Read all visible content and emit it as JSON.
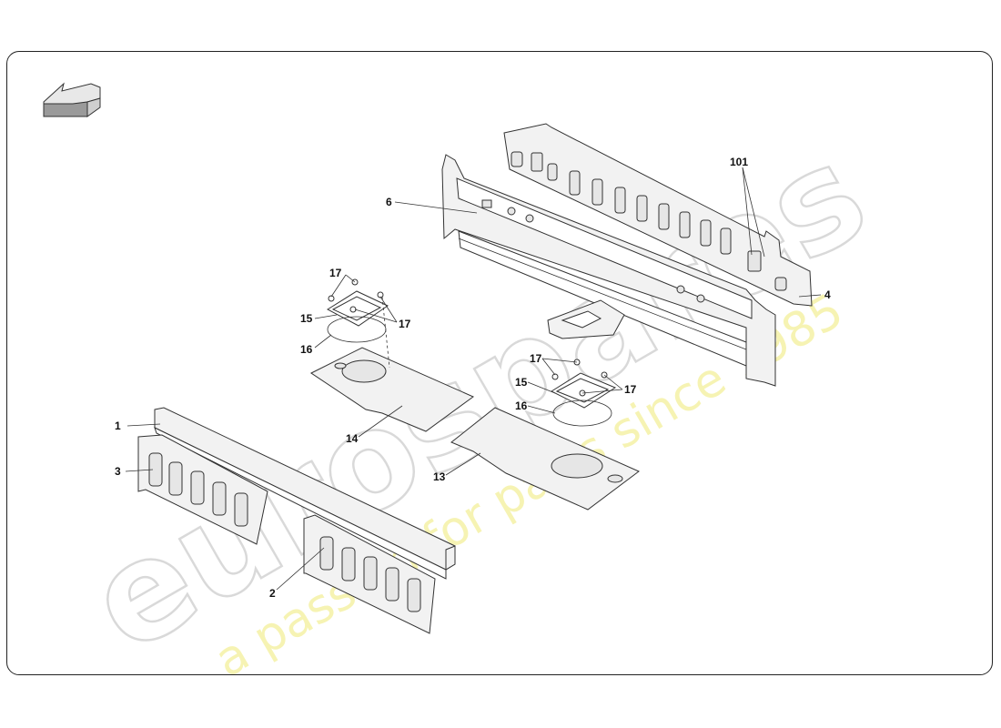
{
  "watermark": {
    "brand": "eurospares",
    "tagline": "a passion for parts since 1985"
  },
  "colors": {
    "frame": "#222222",
    "part_fill": "#f2f2f2",
    "watermark_yellow": "#f3f09a",
    "watermark_grey": "#d9d9d9"
  },
  "icons": {
    "back_arrow": "back-arrow-icon"
  },
  "callouts": {
    "c1": "1",
    "c2": "2",
    "c3": "3",
    "c4": "4",
    "c6": "6",
    "c13": "13",
    "c14": "14",
    "c15a": "15",
    "c15b": "15",
    "c16a": "16",
    "c16b": "16",
    "c17a": "17",
    "c17b": "17",
    "c17c": "17",
    "c17d": "17",
    "c101": "101"
  }
}
